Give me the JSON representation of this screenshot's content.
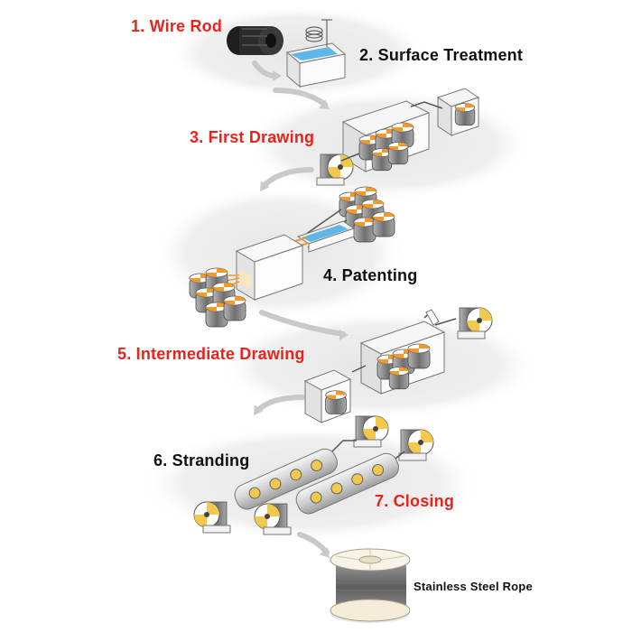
{
  "steps": [
    {
      "label": "1. Wire Rod",
      "color": "#e8231c"
    },
    {
      "label": "2. Surface Treatment",
      "color": "#111111"
    },
    {
      "label": "3. First Drawing",
      "color": "#e8231c"
    },
    {
      "label": "4. Patenting",
      "color": "#111111"
    },
    {
      "label": "5. Intermediate Drawing",
      "color": "#e8231c"
    },
    {
      "label": "6. Stranding",
      "color": "#111111"
    },
    {
      "label": "7. Closing",
      "color": "#e8231c"
    }
  ],
  "product": {
    "label": "Stainless Steel Rope"
  },
  "colors": {
    "stage_bg": "#ececec",
    "flow_arrow": "#c9c9c9",
    "spool_accent": "#f2c94c",
    "spool_orange": "#f29a2e",
    "bath_blue": "#5fb7e8",
    "wire_gray": "#8a8a8a"
  }
}
